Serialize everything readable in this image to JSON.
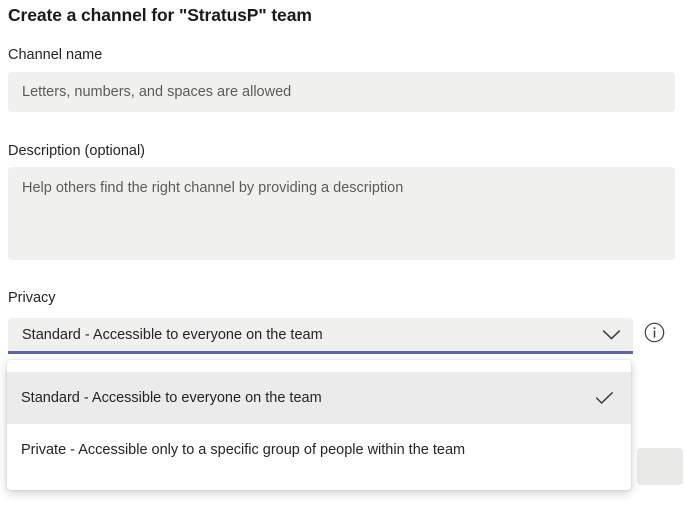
{
  "dialog": {
    "title": "Create a channel for \"StratusP\" team"
  },
  "fields": {
    "channel_name": {
      "label": "Channel name",
      "placeholder": "Letters, numbers, and spaces are allowed",
      "value": ""
    },
    "description": {
      "label": "Description (optional)",
      "placeholder": "Help others find the right channel by providing a description",
      "value": ""
    },
    "privacy": {
      "label": "Privacy",
      "selected_value": "Standard - Accessible to everyone on the team",
      "expanded": true,
      "chevron_icon": "chevron-down-icon",
      "info_icon": "info-circle-icon",
      "options": [
        {
          "label": "Standard - Accessible to everyone on the team",
          "selected": true,
          "check_icon": "checkmark-icon"
        },
        {
          "label": "Private - Accessible only to a specific group of people within the team",
          "selected": false,
          "check_icon": "checkmark-icon"
        }
      ]
    }
  },
  "colors": {
    "accent_purple": "#6264a7",
    "field_background": "#f0f0ef",
    "option_selected_background": "#ebebeb",
    "page_background": "#ffffff",
    "text_primary": "#242424",
    "text_placeholder": "#5d5b59"
  }
}
